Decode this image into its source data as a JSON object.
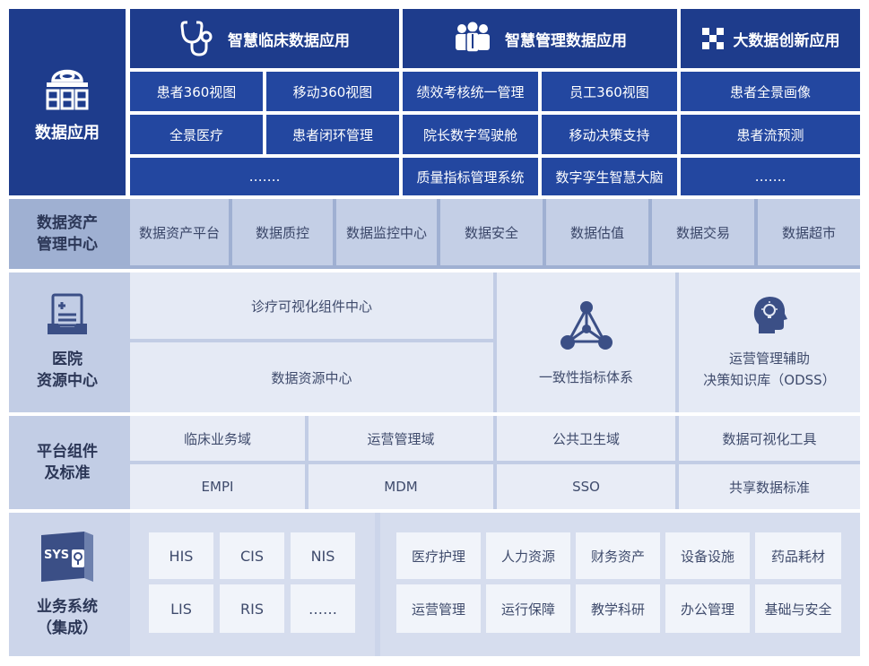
{
  "colors": {
    "navy": "#1e3c8c",
    "asset_band": "#9fb0d2",
    "light_band": "#c2cde5"
  },
  "sections": {
    "data_app": {
      "label": "数据应用",
      "icon": "database-app-icon",
      "headers": [
        {
          "title": "智慧临床数据应用",
          "icon": "stethoscope-icon"
        },
        {
          "title": "智慧管理数据应用",
          "icon": "team-icon"
        },
        {
          "title": "大数据创新应用",
          "icon": "data-cubes-icon"
        }
      ],
      "clinical": {
        "r1c1": "患者360视图",
        "r1c2": "移动360视图",
        "r2c1": "全景医疗",
        "r2c2": "患者闭环管理",
        "r3": "……."
      },
      "management": {
        "r1c1": "绩效考核统一管理",
        "r1c2": "员工360视图",
        "r2c1": "院长数字驾驶舱",
        "r2c2": "移动决策支持",
        "r3c1": "质量指标管理系统",
        "r3c2": "数字孪生智慧大脑"
      },
      "innovation": {
        "r1": "患者全景画像",
        "r2": "患者流预测",
        "r3": "……."
      }
    },
    "asset": {
      "label_line1": "数据资产",
      "label_line2": "管理中心",
      "items": [
        "数据资产平台",
        "数据质控",
        "数据监控中心",
        "数据安全",
        "数据估值",
        "数据交易",
        "数据超市"
      ]
    },
    "hospital": {
      "label_line1": "医院",
      "label_line2": "资源中心",
      "icon": "medical-record-icon",
      "viz_center": "诊疗可视化组件中心",
      "data_center": "数据资源中心",
      "index_system": "一致性指标体系",
      "index_icon": "network-triangle-icon",
      "odss_line1": "运营管理辅助",
      "odss_line2": "决策知识库（ODSS）",
      "odss_icon": "brain-bulb-icon"
    },
    "platform": {
      "label_line1": "平台组件",
      "label_line2": "及标准",
      "row1": [
        "临床业务域",
        "运营管理域",
        "公共卫生域",
        "数据可视化工具"
      ],
      "row2": [
        "EMPI",
        "MDM",
        "SSO",
        "共享数据标准"
      ]
    },
    "business": {
      "label_line1": "业务系统",
      "label_line2": "（集成）",
      "icon": "sys-server-icon",
      "icon_text": "SYS",
      "clinical_systems": [
        "HIS",
        "CIS",
        "NIS",
        "LIS",
        "RIS",
        "……"
      ],
      "admin_systems": [
        "医疗护理",
        "人力资源",
        "财务资产",
        "设备设施",
        "药品耗材",
        "运营管理",
        "运行保障",
        "教学科研",
        "办公管理",
        "基础与安全"
      ]
    }
  }
}
